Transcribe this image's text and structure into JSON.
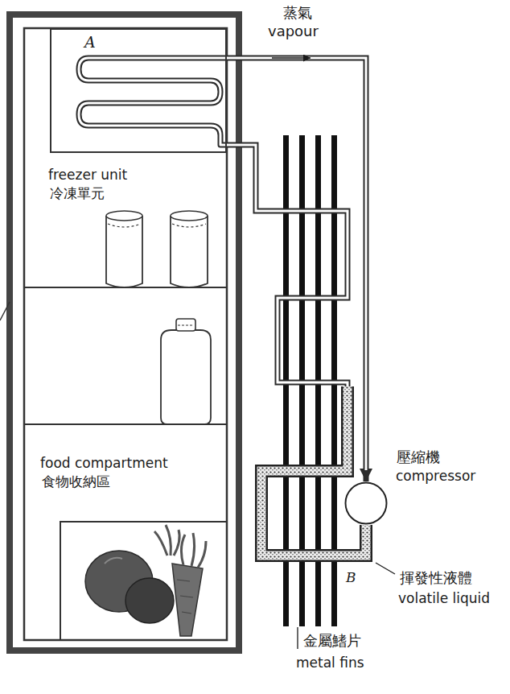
{
  "diagram": {
    "nodes": [
      {
        "text": [
          "A",
          "freezer unit",
          "冷凍單元"
        ]
      },
      {
        "text": [
          "壓縮機",
          "compressor"
        ]
      }
    ],
    "edges": [
      {
        "from": 0,
        "to": 1,
        "arrow": "to"
      },
      {
        "from": 1,
        "to": 0,
        "arrow": "none"
      }
    ],
    "labels": [
      "蒸氣",
      "vapour",
      "food compartment",
      "食物收納區",
      "B",
      "揮發性液體",
      "volatile liquid",
      "金屬鰭片",
      "metal fins"
    ]
  }
}
